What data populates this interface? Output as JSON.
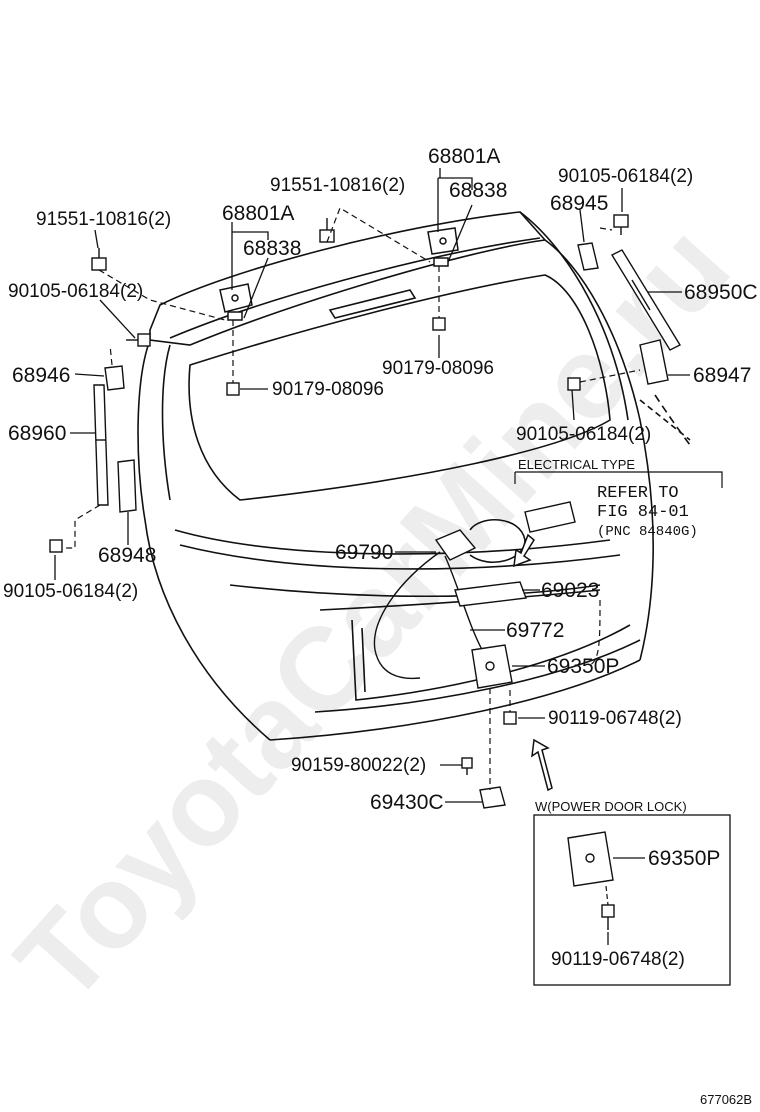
{
  "watermark": "ToyotaCarMine.ru",
  "diagram_id": "677062B",
  "labels": {
    "p68801a_top": "68801A",
    "p68838_top": "68838",
    "p91551_top": "91551-10816(2)",
    "p90105_top_right": "90105-06184(2)",
    "p68945": "68945",
    "p91551_left": "91551-10816(2)",
    "p68801a_left": "68801A",
    "p68838_left": "68838",
    "p90105_left": "90105-06184(2)",
    "p68950c": "68950C",
    "p90179_center": "90179-08096",
    "p68946": "68946",
    "p68947": "68947",
    "p90179_left": "90179-08096",
    "p68960": "68960",
    "p90105_right_mid": "90105-06184(2)",
    "p68948": "68948",
    "p90105_bottom_left": "90105-06184(2)",
    "p69790": "69790",
    "p69023": "69023",
    "p69772": "69772",
    "p69350p": "69350P",
    "p90119": "90119-06748(2)",
    "p90159": "90159-80022(2)",
    "p69430c": "69430C"
  },
  "electrical_type": {
    "title": "ELECTRICAL TYPE",
    "refer_line1": "REFER TO",
    "refer_line2": "FIG 84-01",
    "refer_line3": "(PNC 84840G)"
  },
  "power_door_lock": {
    "title": "W(POWER DOOR LOCK)",
    "p69350p": "69350P",
    "p90119": "90119-06748(2)"
  }
}
